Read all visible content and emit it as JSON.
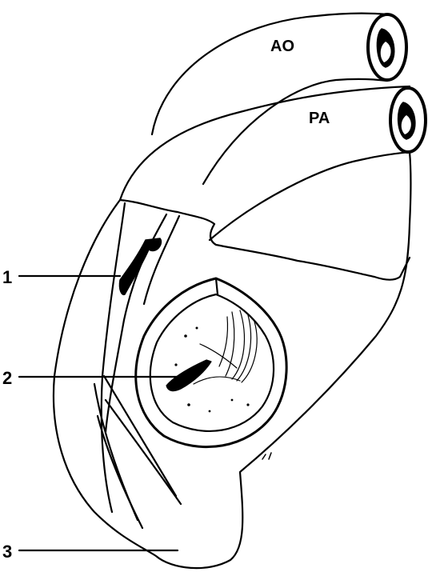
{
  "diagram": {
    "vessel_labels": {
      "aorta": "AO",
      "pulmonary_artery": "PA"
    },
    "callouts": [
      "1",
      "2",
      "3"
    ],
    "colors": {
      "ink": "#000000",
      "paper": "#ffffff"
    }
  }
}
